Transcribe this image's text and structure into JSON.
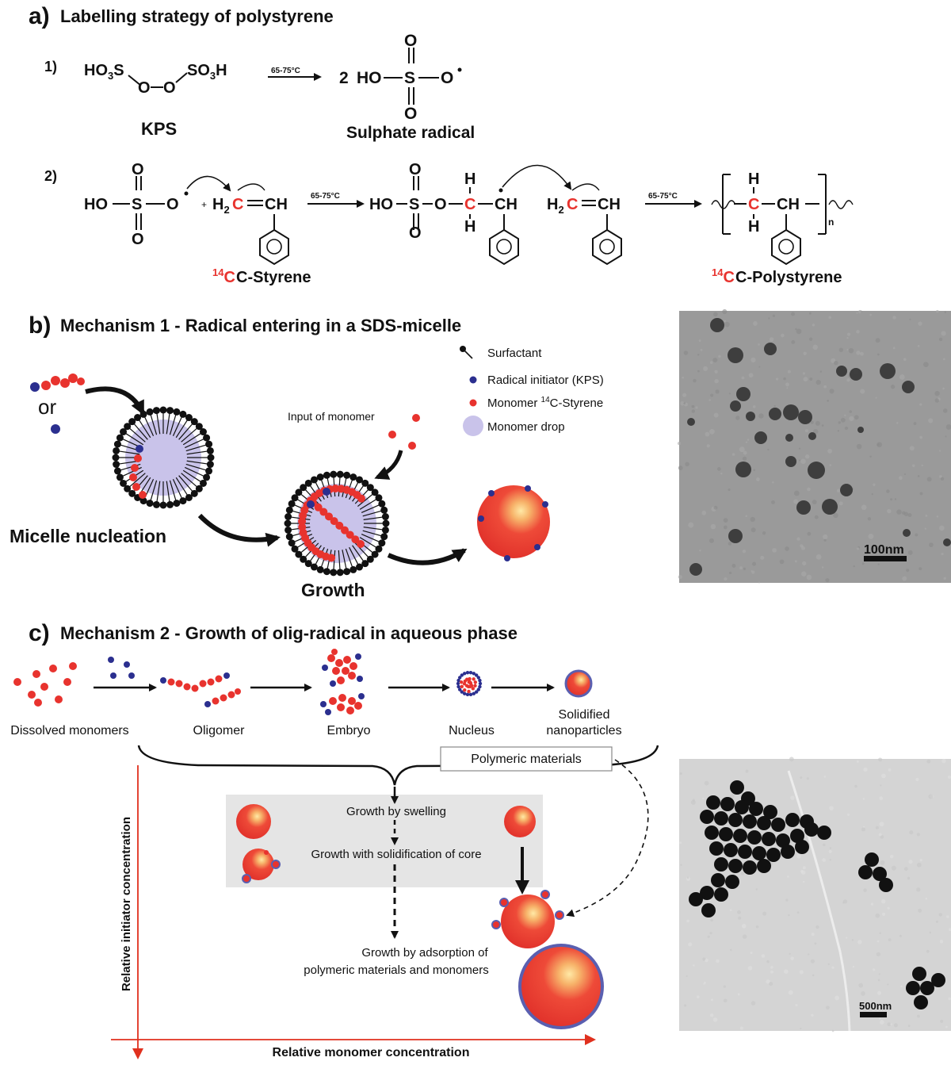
{
  "panel_a": {
    "letter": "a)",
    "title": "Labelling strategy of polystyrene",
    "step1": "1)",
    "step2": "2)",
    "kps_left": "HO",
    "kps_s": "S",
    "kps_o": "O",
    "kps_right": "SO",
    "kps_h": "H",
    "kps_sub": "3",
    "kps_label": "KPS",
    "temp": "65-75°C",
    "sr_2": "2",
    "sr_ho": "HO",
    "sr_s": "S",
    "sr_o": "O",
    "sr_label": "Sulphate radical",
    "plus": "+",
    "h2": "H",
    "sub2": "2",
    "c": "C",
    "ch": "CH",
    "h": "H",
    "n": "n",
    "sup14": "14",
    "styrene_label": "C-Styrene",
    "polystyrene_label": "C-Polystyrene"
  },
  "panel_b": {
    "letter": "b)",
    "title": "Mechanism 1 - Radical entering in a SDS-micelle",
    "or": "or",
    "legend": {
      "surfactant": "Surfactant",
      "radical": "Radical initiator (KPS)",
      "monomer_prefix": "Monomer ",
      "monomer_sup": "14",
      "monomer_suffix": "C-Styrene",
      "drop": "Monomer drop"
    },
    "input": "Input of monomer",
    "nucleation": "Micelle nucleation",
    "growth": "Growth",
    "scale_bar": "100nm"
  },
  "panel_c": {
    "letter": "c)",
    "title": "Mechanism 2 - Growth of olig-radical in aqueous phase",
    "stages": [
      "Dissolved monomers",
      "Oligomer",
      "Embryo",
      "Nucleus",
      "Solidified",
      "nanoparticles"
    ],
    "polymeric": "Polymeric materials",
    "swelling": "Growth by swelling",
    "solidification": "Growth with solidification of core",
    "adsorption_1": "Growth by adsorption of",
    "adsorption_2": "polymeric materials and monomers",
    "y_axis": "Relative initiator concentration",
    "x_axis": "Relative monomer concentration",
    "scale_bar": "500nm"
  },
  "colors": {
    "red": "#e8332e",
    "blue": "#2b2f8f",
    "drop": "#c9c3ea",
    "box": "#e5e5e5",
    "axis": "#e0301e"
  }
}
